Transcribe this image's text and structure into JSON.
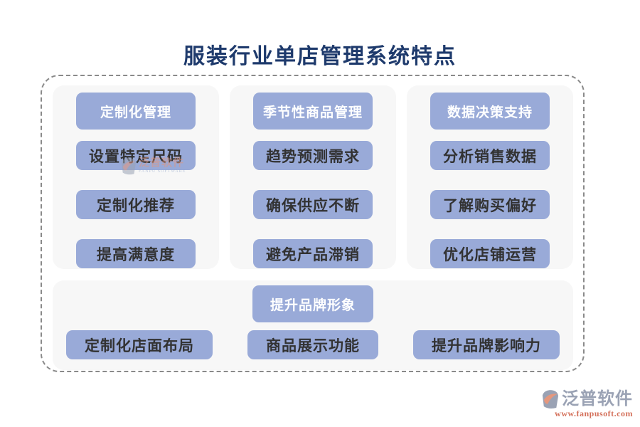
{
  "title": "服装行业单店管理系统特点",
  "groups": [
    {
      "header": "定制化管理",
      "items": [
        "设置特定尺码",
        "定制化推荐",
        "提高满意度"
      ]
    },
    {
      "header": "季节性商品管理",
      "items": [
        "趋势预测需求",
        "确保供应不断",
        "避免产品滞销"
      ]
    },
    {
      "header": "数据决策支持",
      "items": [
        "分析销售数据",
        "了解购买偏好",
        "优化店铺运营"
      ]
    }
  ],
  "bottom_group": {
    "header": "提升品牌形象",
    "items": [
      "定制化店面布局",
      "商品展示功能",
      "提升品牌影响力"
    ]
  },
  "watermark": {
    "brand": "泛普软件",
    "subtitle": "FANPU SOFTWARE"
  },
  "footer": {
    "brand": "泛普软件",
    "url": "www.fanpusoft.com"
  },
  "colors": {
    "accent_blue": "#99aad8",
    "panel_gray": "#f7f7f7",
    "title_navy": "#1e3a6c",
    "btn_text": "#323232",
    "dash_gray": "#8a8a8a",
    "brand_gray": "#9aa2b4",
    "brand_orange": "#d4705a"
  }
}
